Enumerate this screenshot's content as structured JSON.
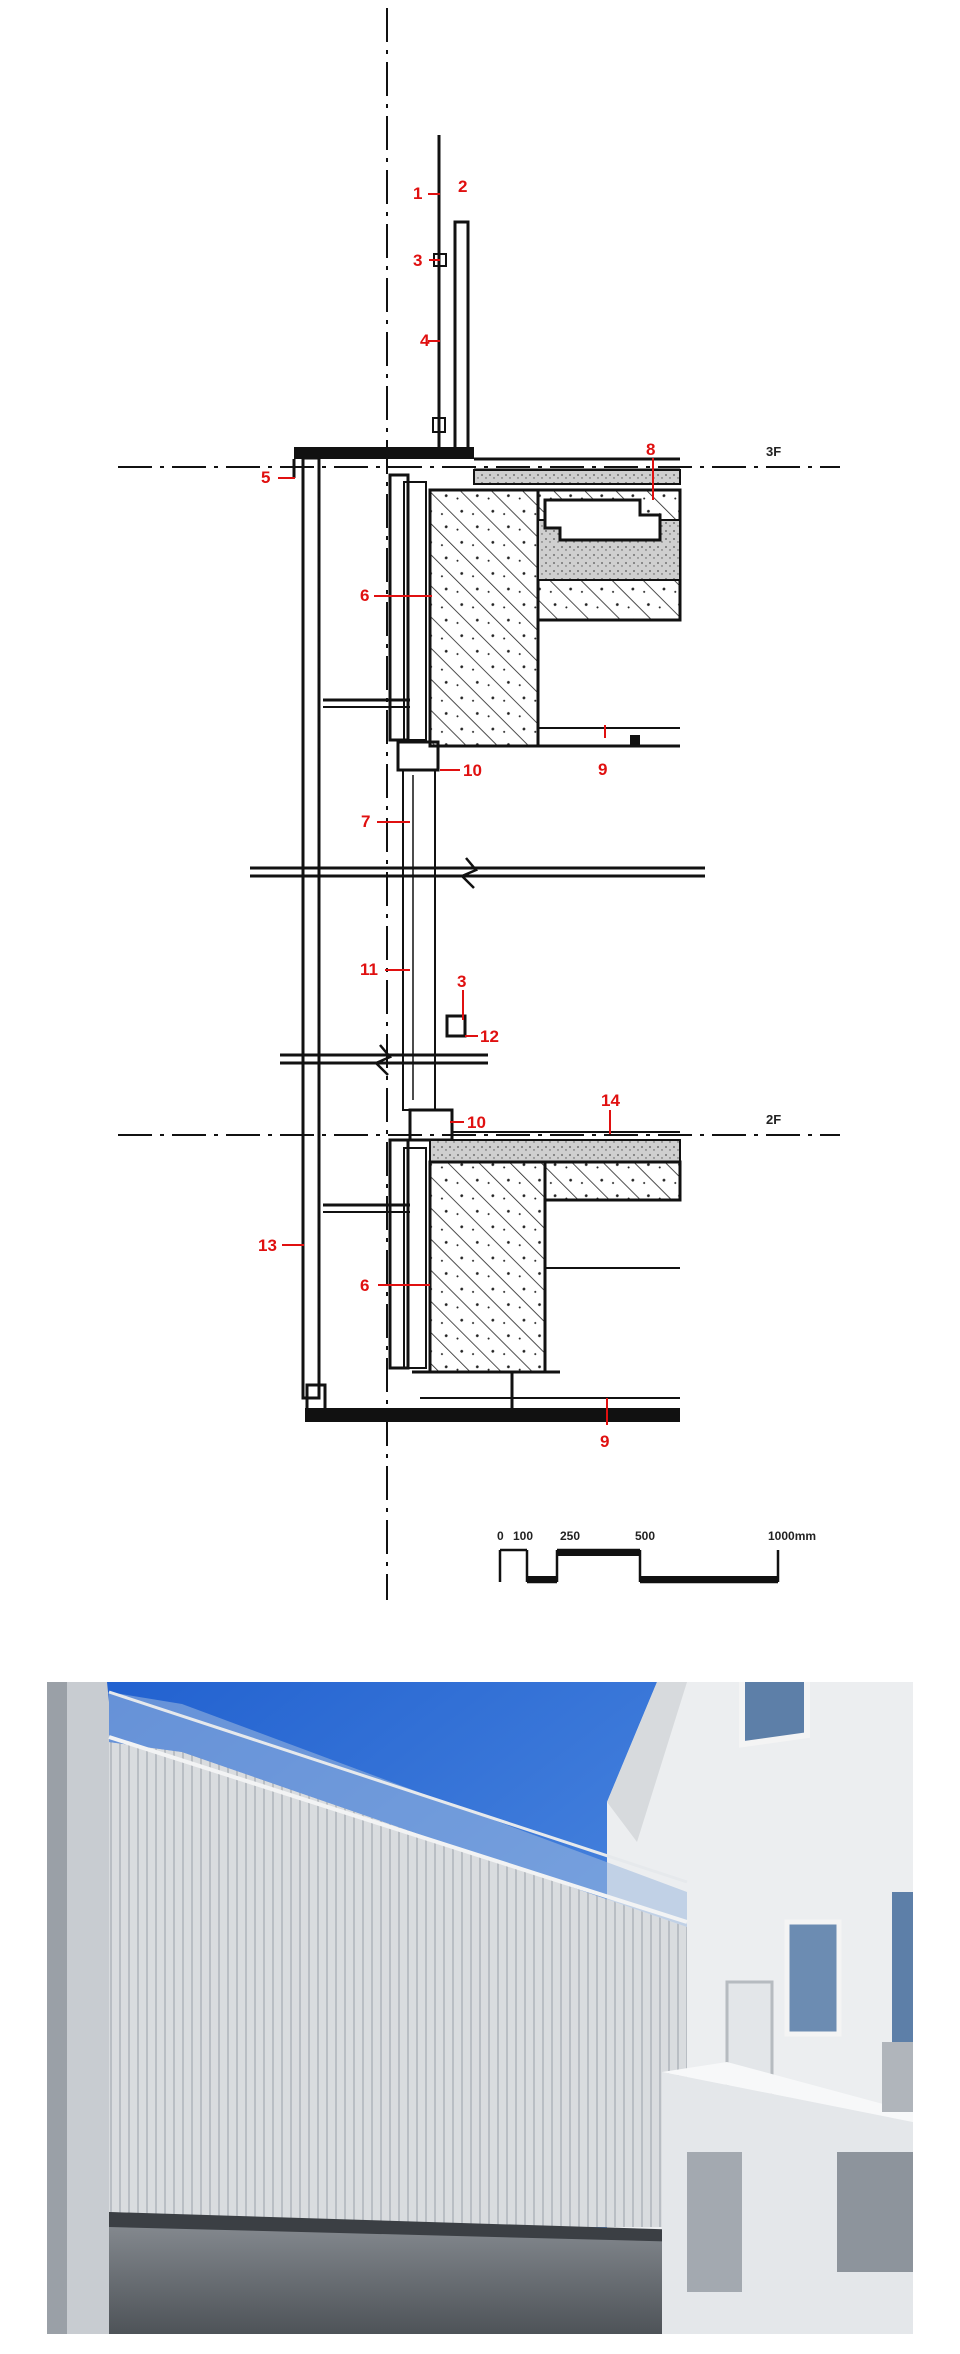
{
  "section": {
    "level_markers": [
      "3F",
      "2F"
    ],
    "callouts": [
      "1",
      "2",
      "3",
      "4",
      "5",
      "6",
      "7",
      "8",
      "9",
      "10",
      "11",
      "12",
      "13",
      "14"
    ],
    "scale_bar": [
      "0",
      "100",
      "250",
      "500",
      "1000mm"
    ]
  },
  "photo": {
    "colors": {
      "sky": "#2f6fd6",
      "facade": "#e9ebee",
      "cladding": "#cfd3d8",
      "soffit": "#6d7278"
    }
  }
}
